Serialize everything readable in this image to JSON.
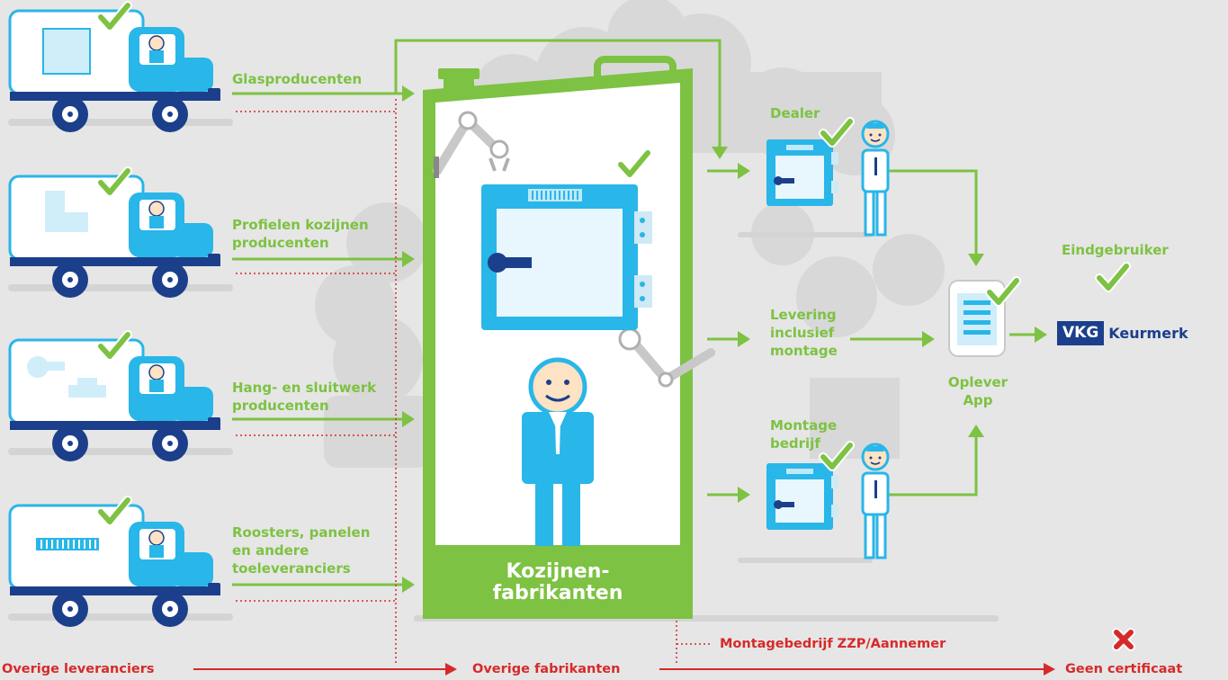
{
  "suppliers": [
    {
      "label": "Glasproducenten"
    },
    {
      "label": "Profielen kozijnen\nproducenten"
    },
    {
      "label": "Hang- en sluitwerk\nproducenten"
    },
    {
      "label": "Roosters, panelen\nen andere\ntoeleveranciers"
    }
  ],
  "factory": {
    "title": "Kozijnen-\nfabrikanten"
  },
  "channels": {
    "dealer": "Dealer",
    "levering": "Levering\ninclusief\nmontage",
    "montage": "Montage\nbedrijf"
  },
  "app": {
    "label": "Oplever\nApp"
  },
  "end_user": {
    "label": "Eindgebruiker"
  },
  "brand": {
    "box": "VKG",
    "text": "Keurmerk"
  },
  "bottom": {
    "overige_leveranciers": "Overige leveranciers",
    "overige_fabrikanten": "Overige fabrikanten",
    "montagebedrijf": "Montagebedrijf ZZP/Aannemer",
    "geen_certificaat": "Geen certificaat"
  },
  "colors": {
    "green": "#7dc242",
    "blue": "#29b6e8",
    "navy": "#1b3f8b",
    "red": "#d62a2a",
    "background": "#e6e6e6"
  }
}
